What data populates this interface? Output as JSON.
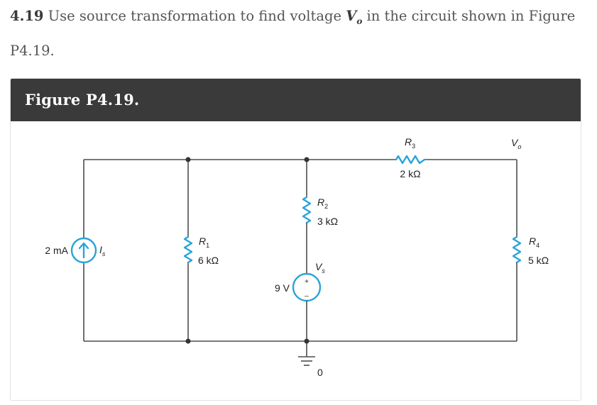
{
  "problem": {
    "number": "4.19",
    "text_before": " Use source transformation to find voltage ",
    "variable_symbol": "V",
    "variable_sub": "o",
    "text_after": " in the circuit shown in Figure P4.19."
  },
  "figure": {
    "title": "Figure P4.19."
  },
  "circuit": {
    "current_source": {
      "value": "2 mA",
      "symbol": "I",
      "sub": "s"
    },
    "r1": {
      "symbol": "R",
      "sub": "1",
      "value": "6 kΩ"
    },
    "r2": {
      "symbol": "R",
      "sub": "2",
      "value": "3 kΩ"
    },
    "r3": {
      "symbol": "R",
      "sub": "3",
      "value": "2 kΩ"
    },
    "r4": {
      "symbol": "R",
      "sub": "4",
      "value": "5 kΩ"
    },
    "voltage_source": {
      "value": "9 V",
      "symbol": "V",
      "sub": "s",
      "plus": "+",
      "minus": "_"
    },
    "output_node": {
      "symbol": "V",
      "sub": "o"
    },
    "ground": {
      "label": "0"
    }
  },
  "colors": {
    "component": "#2aa3d8",
    "wire": "#4d4d4d",
    "header_bg": "#3a3a3a"
  }
}
